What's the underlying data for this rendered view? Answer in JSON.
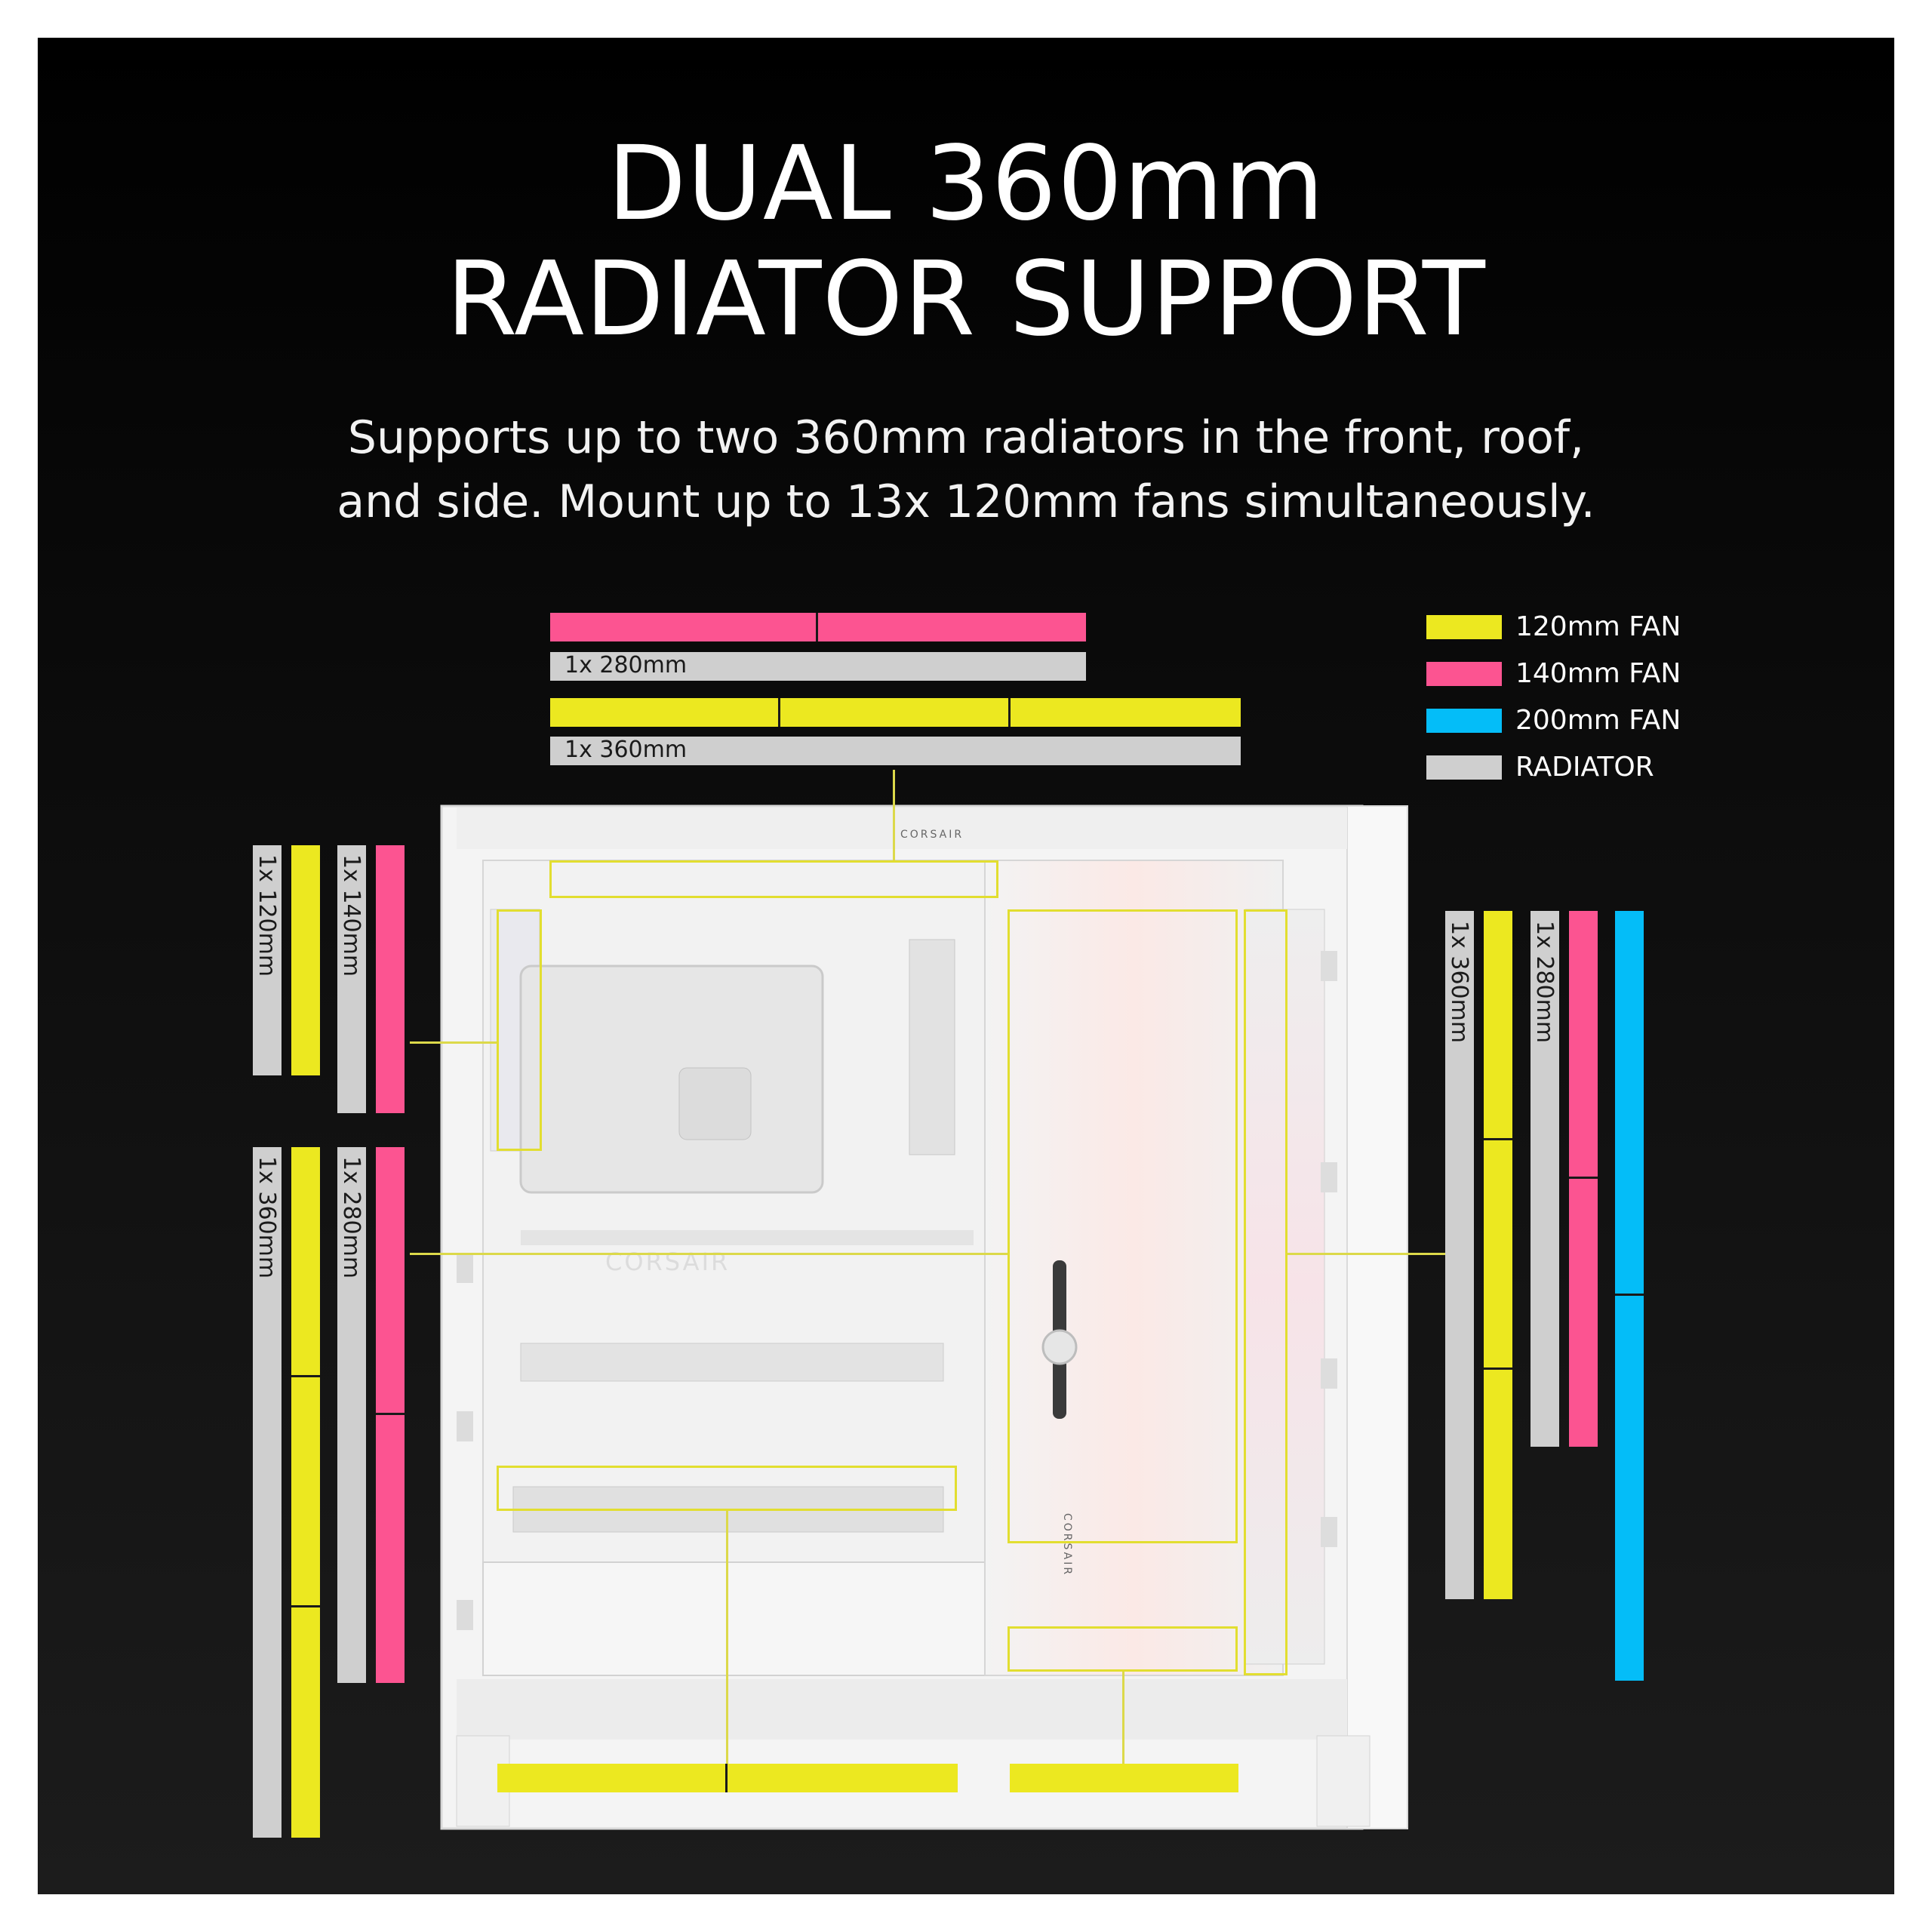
{
  "header": {
    "title_line1": "DUAL 360mm",
    "title_line2": "RADIATOR SUPPORT",
    "subtitle_line1": "Supports up to two 360mm radiators in the front, roof,",
    "subtitle_line2": "and side. Mount up to 13x 120mm fans simultaneously."
  },
  "legend": {
    "fan120": "120mm FAN",
    "fan140": "140mm FAN",
    "fan200": "200mm FAN",
    "radiator": "RADIATOR"
  },
  "colors": {
    "fan120": "#ece820",
    "fan140": "#fc5491",
    "fan200": "#04bdf8",
    "radiator": "#cfcfcf"
  },
  "labels": {
    "top_280": "1x 280mm",
    "top_360": "1x 360mm",
    "rear_120": "1x 120mm",
    "rear_140": "1x 140mm",
    "side_360": "1x 360mm",
    "side_280": "1x 280mm",
    "front_360": "1x 360mm",
    "front_280": "1x 280mm"
  },
  "case": {
    "brand_top": "CORSAIR",
    "brand_psu": "CORSAIR",
    "brand_tray": "CORSAIR"
  }
}
